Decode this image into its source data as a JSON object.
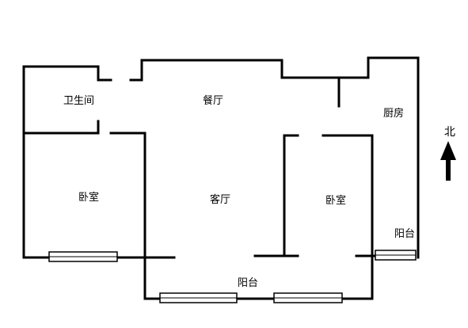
{
  "rooms": {
    "bathroom": "卫生间",
    "dining": "餐厅",
    "kitchen": "厨房",
    "bedroom_left": "卧室",
    "living": "客厅",
    "bedroom_right": "卧室",
    "balcony_right": "阳台",
    "balcony_bottom": "阳台"
  },
  "compass": {
    "label": "北"
  }
}
